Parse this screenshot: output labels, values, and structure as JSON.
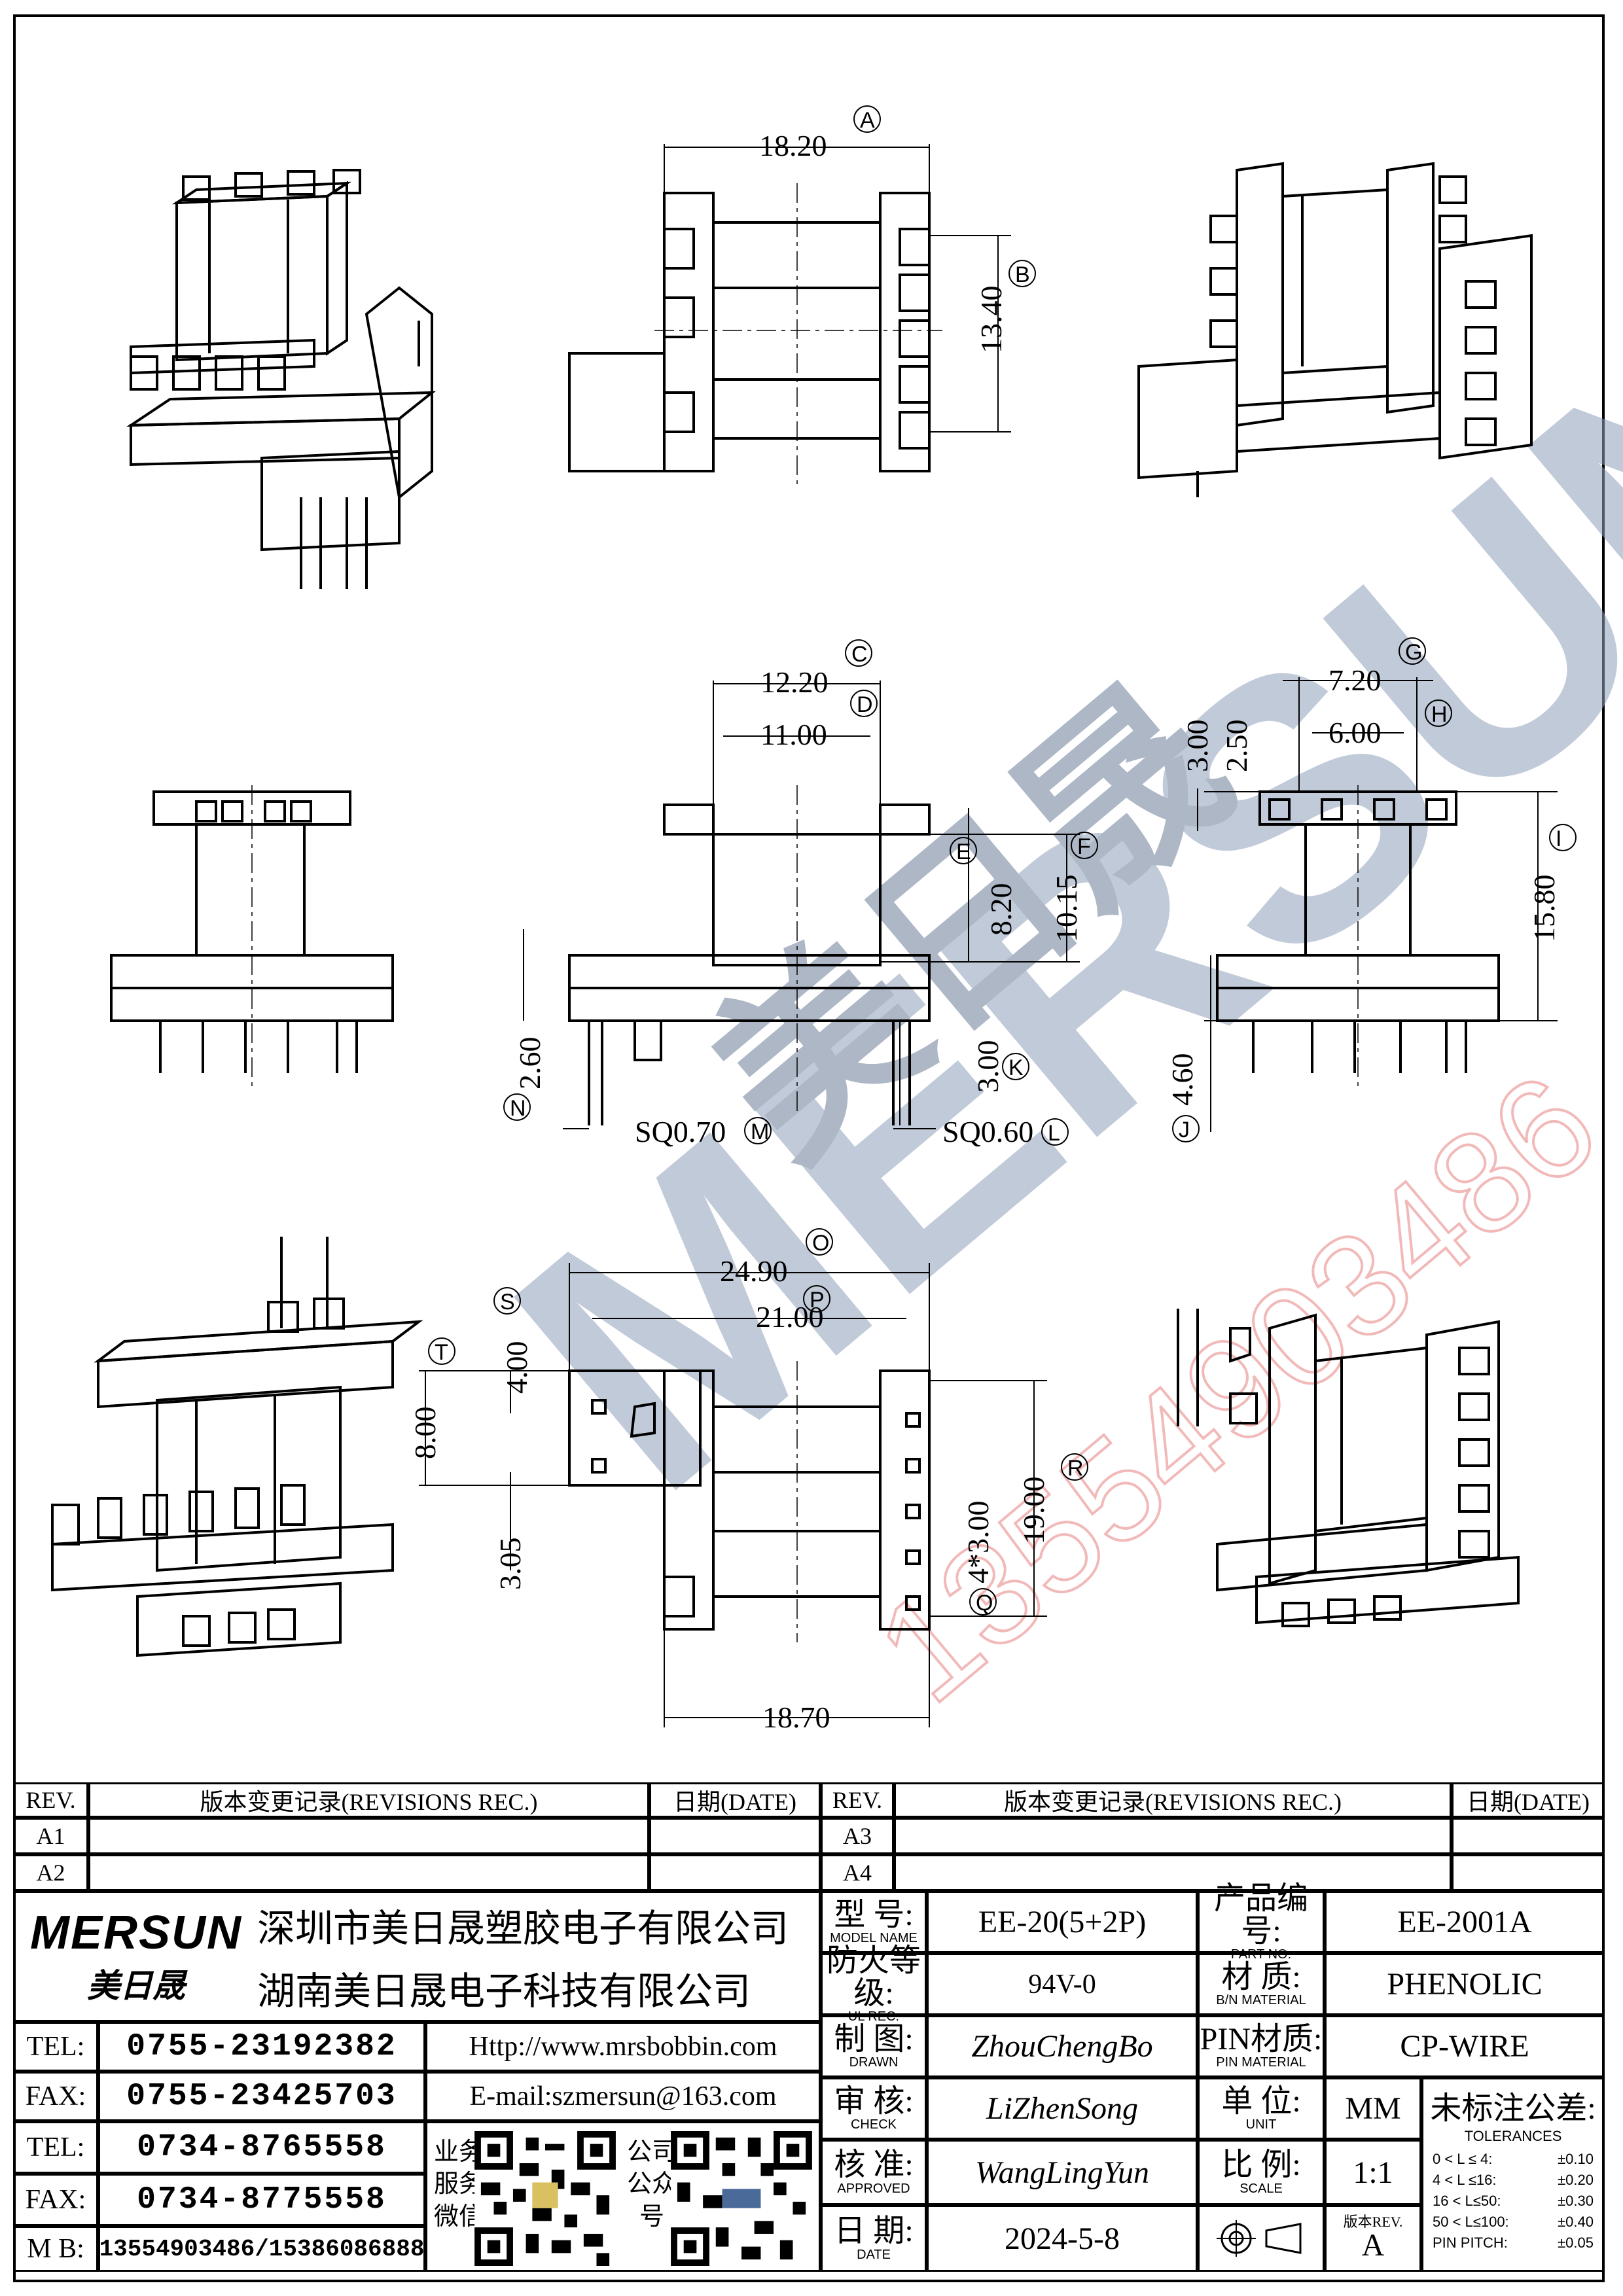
{
  "drawing": {
    "dimensions": {
      "A": "18.20",
      "B": "13.40",
      "C": "12.20",
      "D": "11.00",
      "E": "8.20",
      "F": "10.15",
      "K": "3.00",
      "M": "SQ0.70",
      "L": "SQ0.60",
      "N": "2.60",
      "G": "7.20",
      "H": "6.00",
      "dim_300": "3.00",
      "dim_250": "2.50",
      "I": "15.80",
      "J": "4.60",
      "O": "24.90",
      "P": "21.00",
      "S": "4.00",
      "T": "8.00",
      "dim_305": "3.05",
      "R": "19.00",
      "Q": "4*3.00",
      "bottom": "18.70"
    },
    "callouts": [
      "A",
      "B",
      "C",
      "D",
      "E",
      "F",
      "G",
      "H",
      "I",
      "J",
      "K",
      "L",
      "M",
      "N",
      "O",
      "P",
      "Q",
      "R",
      "S",
      "T"
    ]
  },
  "watermark": {
    "brand": "MERSUN",
    "cn": "美日晟",
    "phone": "13554903486"
  },
  "revisions_left": {
    "rev_header": "REV.",
    "rec_header": "版本变更记录(REVISIONS REC.)",
    "date_header": "日期(DATE)",
    "rows": [
      "A1",
      "A2"
    ]
  },
  "revisions_right": {
    "rev_header": "REV.",
    "rec_header": "版本变更记录(REVISIONS REC.)",
    "date_header": "日期(DATE)",
    "rows": [
      "A3",
      "A4"
    ]
  },
  "company": {
    "logo_en": "MERSUN",
    "logo_cn": "美日晟",
    "name1": "深圳市美日晟塑胶电子有限公司",
    "name2": "湖南美日晟电子科技有限公司",
    "contacts": [
      {
        "label": "TEL:",
        "value": "0755-23192382"
      },
      {
        "label": "FAX:",
        "value": "0755-23425703"
      },
      {
        "label": "TEL:",
        "value": "0734-8765558"
      },
      {
        "label": "FAX:",
        "value": "0734-8775558"
      },
      {
        "label": "M B:",
        "value": "13554903486/15386086888"
      }
    ],
    "website": "Http://www.mrsbobbin.com",
    "email": "E-mail:szmersun@163.com",
    "wechat_label": [
      "业务",
      "服务",
      "微信"
    ],
    "official_label": [
      "公司",
      "公众",
      "号"
    ]
  },
  "spec": {
    "model_label": "型 号:",
    "model_label_en": "MODEL NAME",
    "model_value": "EE-20(5+2P)",
    "part_label": "产品编号:",
    "part_label_en": "PART NO:",
    "part_value": "EE-2001A",
    "ul_label": "防火等级:",
    "ul_label_en": "UL REC.",
    "ul_value": "94V-0",
    "material_label": "材  质:",
    "material_label_en": "B/N MATERIAL",
    "material_value": "PHENOLIC",
    "drawn_label": "制 图:",
    "drawn_label_en": "DRAWN",
    "drawn_value": "ZhouChengBo",
    "pin_label": "PIN材质:",
    "pin_label_en": "PIN MATERIAL",
    "pin_value": "CP-WIRE",
    "check_label": "审 核:",
    "check_label_en": "CHECK",
    "check_value": "LiZhenSong",
    "unit_label": "单  位:",
    "unit_label_en": "UNIT",
    "unit_value": "MM",
    "approved_label": "核 准:",
    "approved_label_en": "APPROVED",
    "approved_value": "WangLingYun",
    "scale_label": "比  例:",
    "scale_label_en": "SCALE",
    "scale_value": "1:1",
    "date_label": "日 期:",
    "date_label_en": "DATE",
    "date_value": "2024-5-8",
    "rev_label": "版本REV.",
    "rev_value": "A",
    "tol_title": "未标注公差:",
    "tol_title_en": "TOLERANCES",
    "tolerances": [
      {
        "range": "0 < L ≤  4:",
        "value": "±0.10"
      },
      {
        "range": "4 < L ≤16:",
        "value": "±0.20"
      },
      {
        "range": "16 < L≤50:",
        "value": "±0.30"
      },
      {
        "range": "50 < L≤100:",
        "value": "±0.40"
      },
      {
        "range": "PIN PITCH:",
        "value": "±0.05"
      }
    ]
  }
}
